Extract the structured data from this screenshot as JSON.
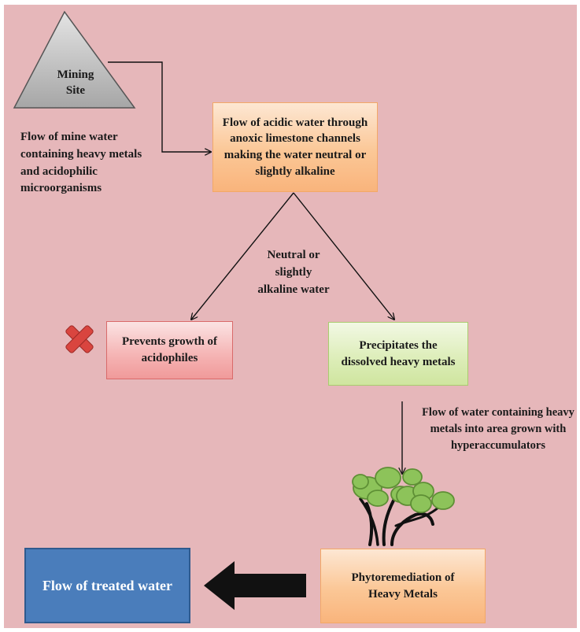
{
  "nodes": {
    "mining_site": "Mining Site",
    "limestone_flow": "Flow of acidic water through anoxic limestone channels making the water neutral or slightly alkaline",
    "prevents_growth": "Prevents growth of acidophiles",
    "precipitates": "Precipitates the dissolved heavy metals",
    "phytoremediation": "Phytoremediation of Heavy Metals",
    "treated_water": "Flow of treated water"
  },
  "edge_labels": {
    "mine_water": "Flow of mine water containing heavy metals and acidophilic microorganisms",
    "neutral_water": "Neutral or slightly alkaline water",
    "hyperaccumulators": "Flow of water containing heavy metals into area grown with hyperaccumulators"
  },
  "icons": {
    "reject": "red-cross-icon",
    "plant": "tree-icon",
    "output_arrow": "left-arrow-icon"
  },
  "colors": {
    "background": "#e6b7ba",
    "orange_box": "#fbc796",
    "red_box": "#f5b3b3",
    "green_box": "#dcedb7",
    "blue_box": "#4a7dbb",
    "tree_foliage": "#8dc35a"
  }
}
